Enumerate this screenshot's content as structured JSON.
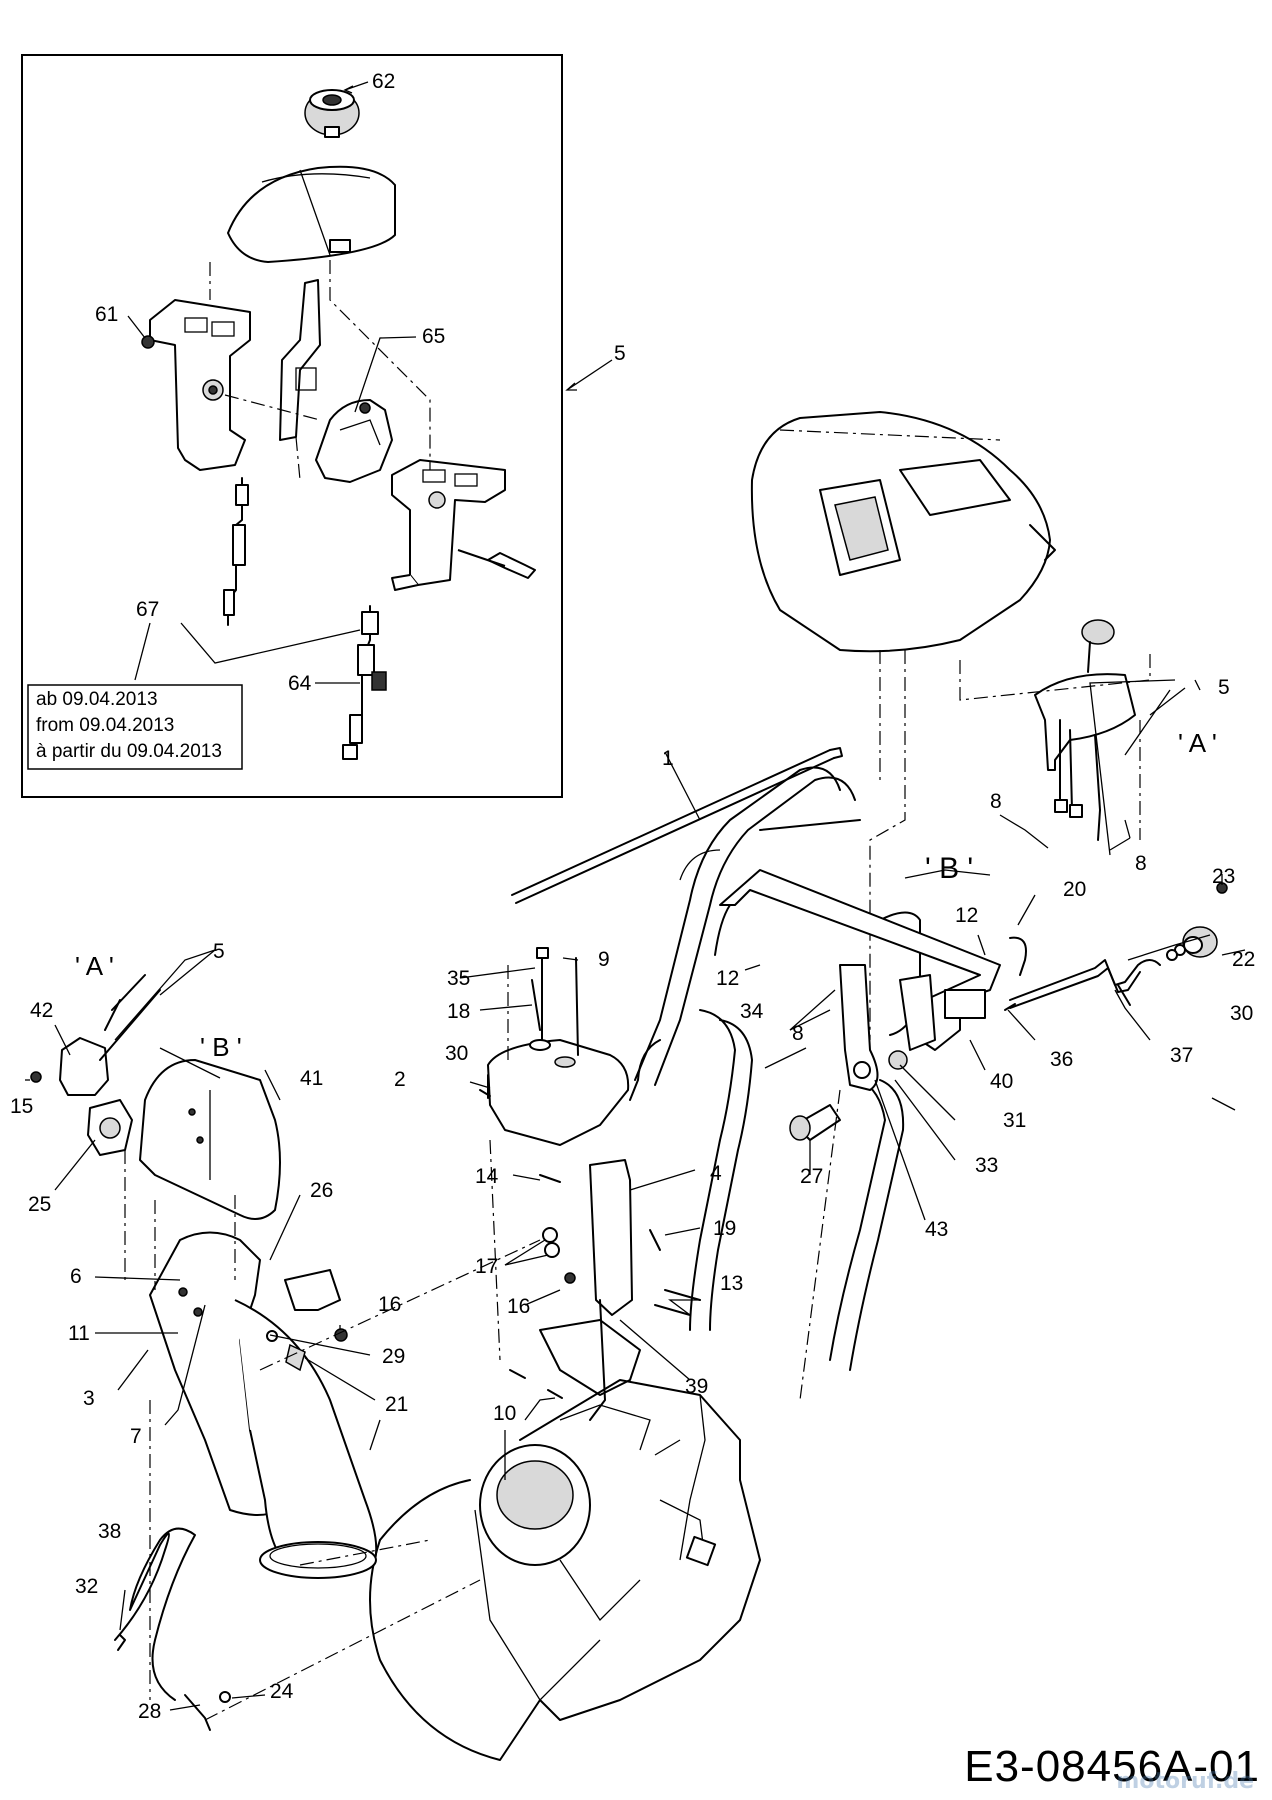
{
  "inset": {
    "note_lines": [
      "ab 09.04.2013",
      "from 09.04.2013",
      "à partir du 09.04.2013"
    ],
    "callouts": [
      "62",
      "61",
      "65",
      "67",
      "64"
    ]
  },
  "callouts": {
    "c1": "1",
    "c2": "2",
    "c3": "3",
    "c4": "4",
    "c5a": "5",
    "c5b": "5",
    "c5c": "5",
    "c6": "6",
    "c7": "7",
    "c8a": "8",
    "c8b": "8",
    "c8c": "8",
    "c9": "9",
    "c10": "10",
    "c11": "11",
    "c12a": "12",
    "c12b": "12",
    "c13": "13",
    "c14": "14",
    "c15": "15",
    "c16a": "16",
    "c16b": "16",
    "c17": "17",
    "c18": "18",
    "c19": "19",
    "c20": "20",
    "c21": "21",
    "c22": "22",
    "c23": "23",
    "c24": "24",
    "c25": "25",
    "c26": "26",
    "c27": "27",
    "c28": "28",
    "c29": "29",
    "c30a": "30",
    "c30b": "30",
    "c31": "31",
    "c32": "32",
    "c33": "33",
    "c34": "34",
    "c35": "35",
    "c36": "36",
    "c37": "37",
    "c38": "38",
    "c39": "39",
    "c40": "40",
    "c41": "41",
    "c42": "42",
    "c43": "43"
  },
  "refs": {
    "a1": "' A '",
    "a2": "' A '",
    "b1": "' B '",
    "b2": "' B '"
  },
  "document_code": "E3-08456A-01",
  "watermark": "motoruf.de"
}
